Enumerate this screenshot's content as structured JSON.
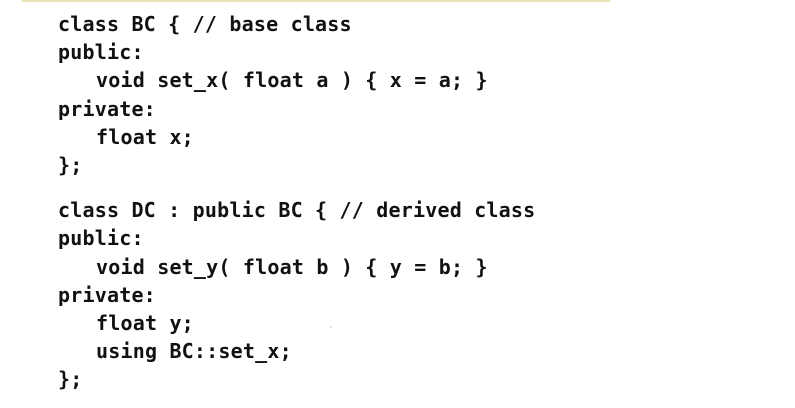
{
  "code": {
    "block1": [
      "class BC { // base class",
      "public:",
      "void set_x( float a ) { x = a; }",
      "private:",
      "float x;",
      "};"
    ],
    "block2": [
      "class DC : public BC { // derived class",
      "public:",
      "void set_y( float b ) { y = b; }",
      "private:",
      "float y;",
      "using BC::set_x;",
      "};"
    ]
  }
}
